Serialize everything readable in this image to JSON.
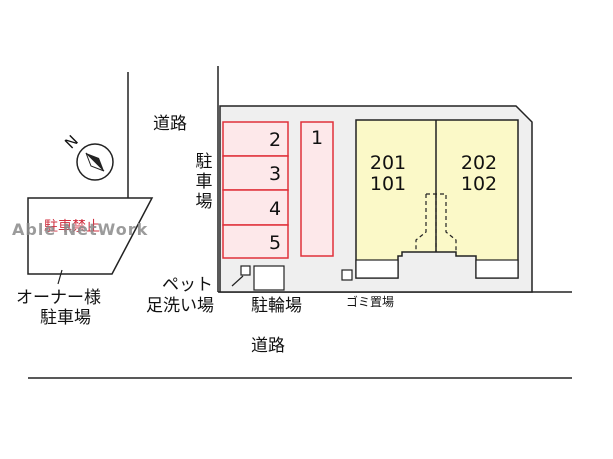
{
  "labels": {
    "road_top": "道路",
    "road_bottom": "道路",
    "parking_vertical": [
      "駐",
      "車",
      "場"
    ],
    "owner_parking_line1": "オーナー様",
    "owner_parking_line2": "駐車場",
    "pet_wash_line1": "ペット",
    "pet_wash_line2": "足洗い場",
    "bicycle_parking": "駐輪場",
    "garbage": "ゴミ置場",
    "no_parking": "駐車禁止",
    "watermark": "Able NetWork",
    "compass_n": "N"
  },
  "parking_slots": [
    "1",
    "2",
    "3",
    "4",
    "5"
  ],
  "units": [
    {
      "upper": "201",
      "lower": "101"
    },
    {
      "upper": "202",
      "lower": "102"
    }
  ],
  "colors": {
    "parking_stroke": "#e0303a",
    "parking_fill": "#fde8ea",
    "building_fill": "#fbf9c8",
    "lot_fill": "#efefef",
    "line": "#222222"
  }
}
